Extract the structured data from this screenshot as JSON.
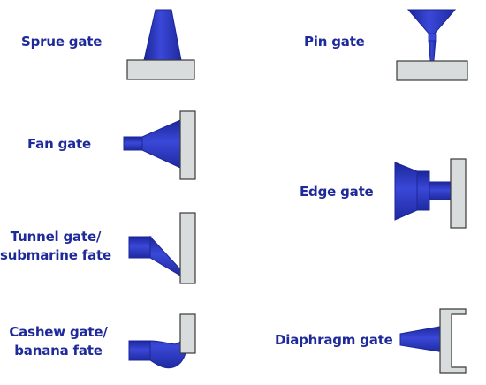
{
  "gates": {
    "sprue": {
      "label": "Sprue gate"
    },
    "pin": {
      "label": "Pin gate"
    },
    "fan": {
      "label": "Fan gate"
    },
    "edge": {
      "label": "Edge gate"
    },
    "tunnel": {
      "label_line1": "Tunnel gate/",
      "label_line2": "submarine fate"
    },
    "cashew": {
      "label_line1": "Cashew gate/",
      "label_line2": "banana fate"
    },
    "diaphragm": {
      "label": "Diaphragm gate"
    }
  },
  "colors": {
    "label": "#1f2a9a",
    "gate_fill": "#2f3dcc",
    "gate_dark": "#1b2699",
    "gate_light": "#5a68e6",
    "part_fill": "#d9dcdc",
    "part_stroke": "#3a3a3a"
  }
}
